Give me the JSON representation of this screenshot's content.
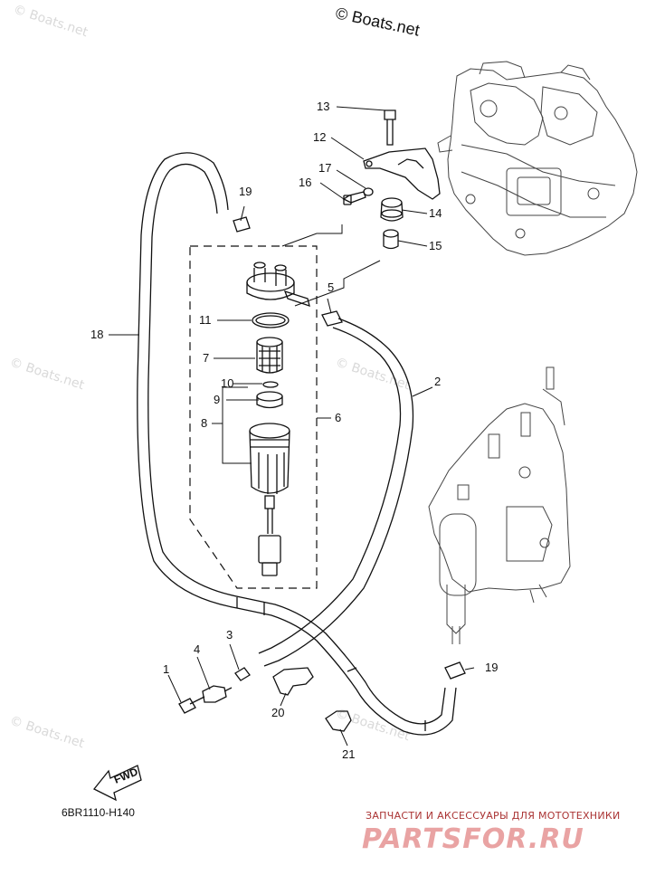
{
  "copyright": "© Boats.net",
  "watermark": "© Boats.net",
  "diagram_code": "6BR1110-H140",
  "fwd_label": "FWD",
  "dealer_tagline": "ЗАПЧАСТИ И АКСЕССУАРЫ ДЛЯ МОТОТЕХНИКИ",
  "dealer_brand": "PARTSFOR.RU",
  "callouts": {
    "n1": "1",
    "n2": "2",
    "n3": "3",
    "n4": "4",
    "n5": "5",
    "n6": "6",
    "n7": "7",
    "n8": "8",
    "n9": "9",
    "n10": "10",
    "n11": "11",
    "n12": "12",
    "n13": "13",
    "n14": "14",
    "n15": "15",
    "n16": "16",
    "n17": "17",
    "n18": "18",
    "n19a": "19",
    "n19b": "19",
    "n20": "20",
    "n21": "21"
  }
}
